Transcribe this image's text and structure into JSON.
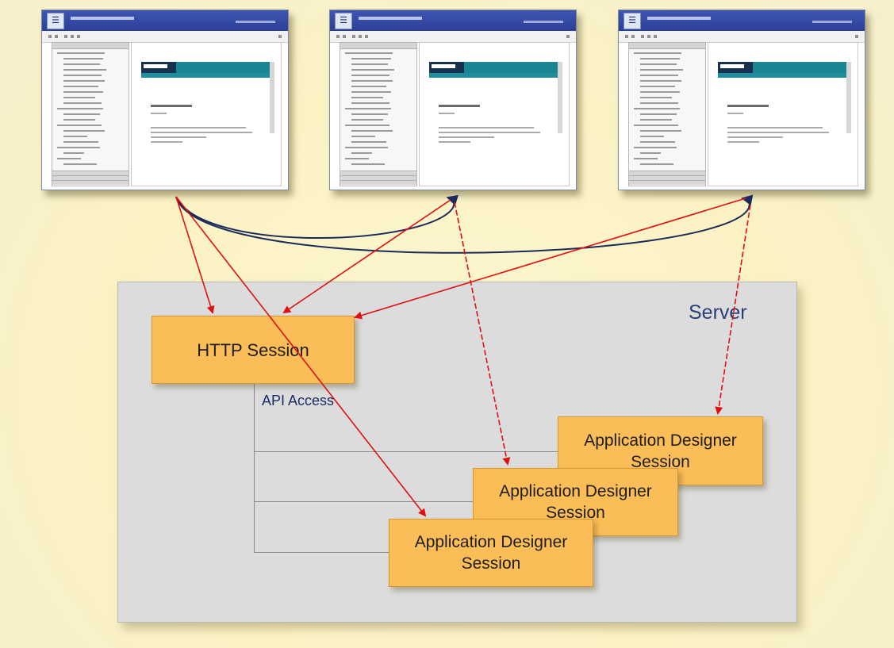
{
  "thumbnails": [
    {
      "name": "browser-window-1"
    },
    {
      "name": "browser-window-2"
    },
    {
      "name": "browser-window-3"
    }
  ],
  "server": {
    "label": "Server",
    "api_label": "API Access"
  },
  "http_session": {
    "label": "HTTP Session"
  },
  "sessions": [
    {
      "line1": "Application Designer",
      "line2": "Session"
    },
    {
      "line1": "Application Designer",
      "line2": "Session"
    },
    {
      "line1": "Application Designer",
      "line2": "Session"
    }
  ],
  "colors": {
    "background": "#fbf2c4",
    "server_fill": "#dcdcdc",
    "session_fill": "#fbbd57",
    "arrow_red": "#e01010",
    "arrow_navy": "#1a2a5a"
  }
}
